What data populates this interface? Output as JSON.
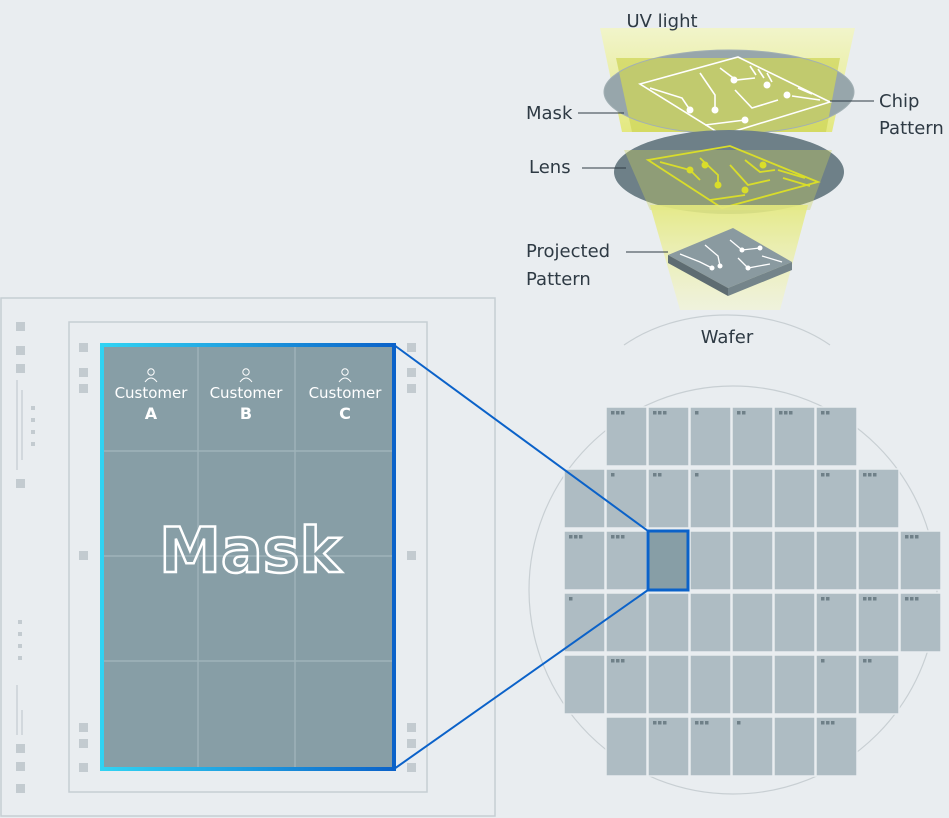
{
  "labels": {
    "uv_light": "UV light",
    "mask": "Mask",
    "lens": "Lens",
    "chip_pattern_line1": "Chip",
    "chip_pattern_line2": "Pattern",
    "projected_pattern_line1": "Projected",
    "projected_pattern_line2": "Pattern",
    "wafer": "Wafer"
  },
  "mask_panel": {
    "title": "Mask",
    "customers": [
      {
        "word": "Customer",
        "id": "A"
      },
      {
        "word": "Customer",
        "id": "B"
      },
      {
        "word": "Customer",
        "id": "C"
      }
    ],
    "grid_columns": 3,
    "grid_rows": 4
  },
  "wafer_map": {
    "rows": [
      {
        "die_count": 6
      },
      {
        "die_count": 8
      },
      {
        "die_count": 9
      },
      {
        "die_count": 9
      },
      {
        "die_count": 8
      },
      {
        "die_count": 6
      }
    ],
    "highlighted_die": {
      "row": 3,
      "col": 3
    }
  },
  "colors": {
    "background": "#e9edf0",
    "mask_fill": "#879ea6",
    "mask_border_start": "#31d3f3",
    "mask_border_end": "#0b62c9",
    "die_fill": "#aebcc3",
    "highlight": "#0b62c9",
    "uv_beam": "#e6ea86",
    "lens_fill": "#6e8088",
    "mask_disc_fill": "#97a6ab",
    "circuit": "#d9dd2a",
    "label_text": "#2e3a44"
  }
}
